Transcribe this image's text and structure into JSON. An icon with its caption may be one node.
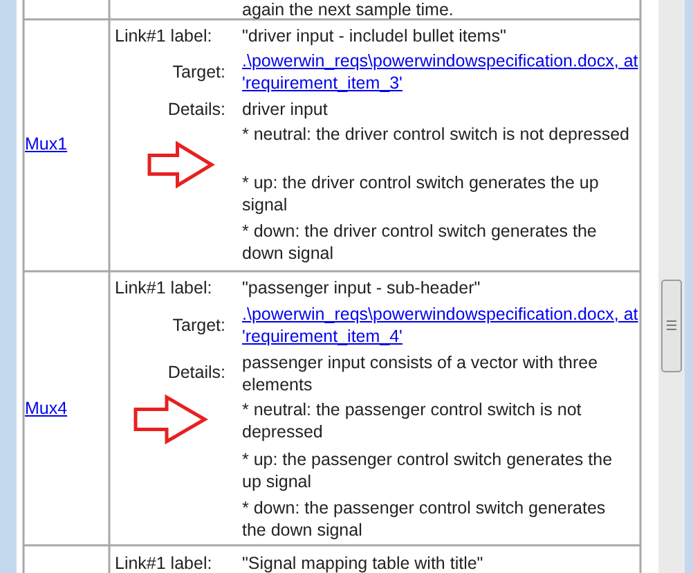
{
  "diagram": {
    "labels": [
      "again the next sample time.",
      "Link#1 label:",
      "\"driver input - includel bullet items\"",
      "Target:",
      ".\\powerwin_reqs\\powerwindowspecification.docx, at 'requirement_item_3'",
      "Details:",
      "driver input",
      "Mux1",
      "* neutral: the driver control switch is not depressed",
      "* up: the driver control switch generates the up signal",
      "* down: the driver control switch generates the down signal",
      "Link#1 label:",
      "\"passenger input - sub-header\"",
      "Target:",
      ".\\powerwin_reqs\\powerwindowspecification.docx, at 'requirement_item_4'",
      "Details:",
      "passenger input consists of a vector with three elements",
      "Mux4",
      "* neutral: the passenger control switch is not depressed",
      "* up: the passenger control switch generates the up signal",
      "* down: the passenger control switch generates the down signal",
      "Link#1 label:",
      "\"Signal mapping table with title\""
    ]
  }
}
